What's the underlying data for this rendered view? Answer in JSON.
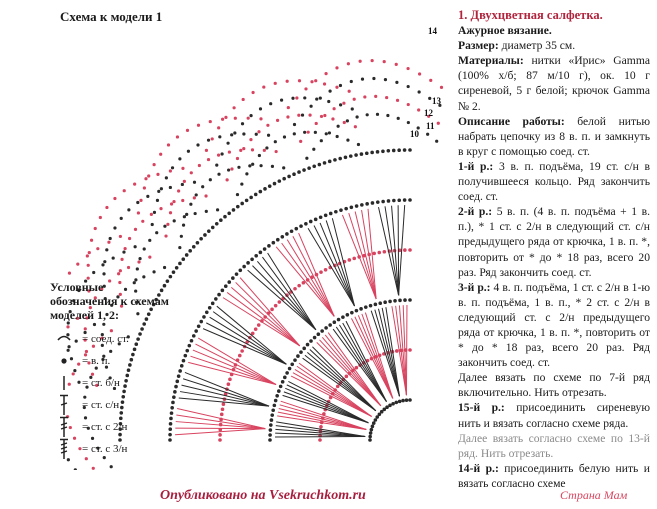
{
  "diagram": {
    "title": "Схема к модели 1",
    "round_numbers": [
      "14",
      "13",
      "12",
      "11",
      "10"
    ]
  },
  "legend": {
    "title": "Условные обозначения к схемам моделей 1, 2:",
    "items": [
      {
        "icon": "slip-stitch",
        "label": "= соед. ст."
      },
      {
        "icon": "chain-dot",
        "label": "= в. п."
      },
      {
        "icon": "single-crochet",
        "label": "= ст. б/н"
      },
      {
        "icon": "double-crochet",
        "label": "= ст. с/н"
      },
      {
        "icon": "treble-crochet",
        "label": "= ст. с 2/н"
      },
      {
        "icon": "double-treble-crochet",
        "label": "= ст. с 3/н"
      }
    ]
  },
  "watermark": "Опубликовано на Vsekruchkom.ru",
  "corner_mark": "Страна Мам",
  "description": {
    "title": "1. Двухцветная салфетка.",
    "subtitle": "Ажурное вязание.",
    "size_label": "Размер:",
    "size_value": " диаметр 35 см.",
    "materials_label": "Материалы:",
    "materials_value": " нитки «Ирис» Gamma (100% х/б; 87 м/10 г), ок. 10 г сиреневой, 5 г белой; крючок Gamma № 2.",
    "work_label": "Описание работы:",
    "work_value": " белой нитью набрать цепочку из 8 в. п. и замкнуть в круг с помощью соед. ст.",
    "r1_label": "1-й р.:",
    "r1_value": " 3 в. п. подъёма, 19 ст. с/н в получившееся кольцо. Ряд закончить соед. ст.",
    "r2_label": "2-й р.:",
    "r2_value": " 5 в. п. (4 в. п. подъёма + 1 в. п.), * 1 ст. с 2/н в следующий ст. с/н предыдущего ряда от крючка, 1 в. п. *, повторить от * до * 18 раз, всего 20 раз. Ряд закончить соед. ст.",
    "r3_label": "3-й р.:",
    "r3_value": " 4 в. п. подъёма, 1 ст. с 2/н в 1-ю в. п. подъёма, 1 в. п., * 2 ст. с 2/н в следующий ст. с 2/н предыдущего ряда от крючка, 1 в. п. *, повторить от * до * 18 раз, всего 20 раз. Ряд закончить соед. ст.",
    "continue_text": "Далее вязать по схеме по 7-й ряд включительно. Нить отрезать.",
    "r15_label": "15-й р.:",
    "r15_value": " присоединить сиреневую нить и вязать согласно схеме ряда.",
    "tail_text": "Далее вязать согласно схеме по 13-й ряд. Нить отрезать.",
    "r14_label": "14-й р.:",
    "r14_value": " присоединить белую нить и вязать согласно схеме"
  },
  "colors": {
    "white_yarn_symbols": "#2a2a2a",
    "lilac_yarn_symbols": "#d8435f",
    "title_accent": "#b0243d",
    "watermark": "#a81e3e"
  }
}
